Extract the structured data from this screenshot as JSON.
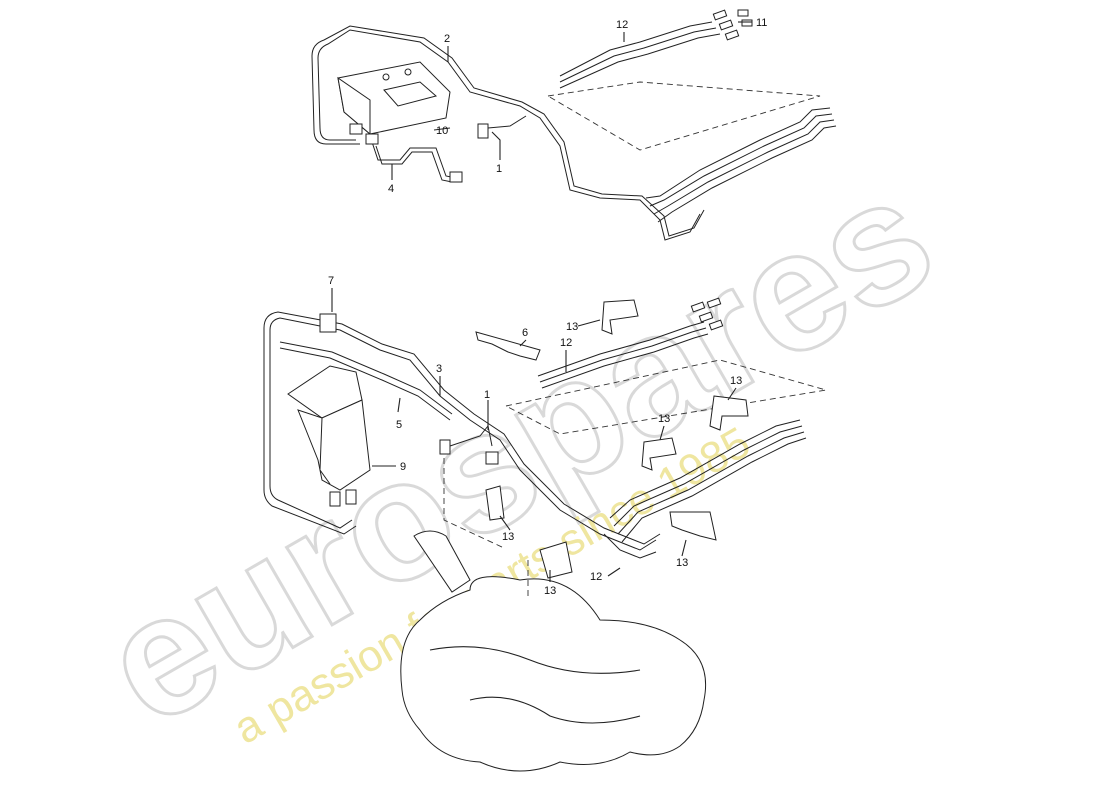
{
  "watermark": {
    "brand": "eurospares",
    "tagline": "a passion for parts since 1985"
  },
  "callouts": [
    {
      "id": "c1a",
      "label": "1"
    },
    {
      "id": "c1b",
      "label": "1"
    },
    {
      "id": "c2",
      "label": "2"
    },
    {
      "id": "c3",
      "label": "3"
    },
    {
      "id": "c4",
      "label": "4"
    },
    {
      "id": "c5",
      "label": "5"
    },
    {
      "id": "c6",
      "label": "6"
    },
    {
      "id": "c7",
      "label": "7"
    },
    {
      "id": "c9",
      "label": "9"
    },
    {
      "id": "c10",
      "label": "10"
    },
    {
      "id": "c11",
      "label": "11"
    },
    {
      "id": "c12a",
      "label": "12"
    },
    {
      "id": "c12b",
      "label": "12"
    },
    {
      "id": "c12c",
      "label": "12"
    },
    {
      "id": "c13a",
      "label": "13"
    },
    {
      "id": "c13b",
      "label": "13"
    },
    {
      "id": "c13c",
      "label": "13"
    },
    {
      "id": "c13d",
      "label": "13"
    },
    {
      "id": "c13e",
      "label": "13"
    },
    {
      "id": "c13f",
      "label": "13"
    }
  ]
}
